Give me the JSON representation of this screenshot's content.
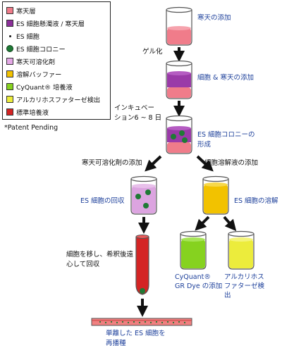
{
  "legend": {
    "items": [
      {
        "label": "寒天層",
        "color": "#f07c8a",
        "icon": "square-swatch"
      },
      {
        "label": "ES 細胞懸濁液 / 寒天層",
        "color": "#8c2f9a",
        "icon": "square-swatch"
      },
      {
        "label": "ES 細胞",
        "color": "#111111",
        "icon": "small-dot"
      },
      {
        "label": "ES 細胞コロニー",
        "color": "#1f7a35",
        "icon": "green-circle"
      },
      {
        "label": "寒天可溶化剤",
        "color": "#e4a8e6",
        "icon": "square-swatch"
      },
      {
        "label": "溶解バッファー",
        "color": "#f2c200",
        "icon": "square-swatch"
      },
      {
        "label": "CyQuant® 培養液",
        "color": "#86d21f",
        "icon": "square-swatch"
      },
      {
        "label": "アルカリホスファターゼ検出",
        "color": "#ecec3c",
        "icon": "square-swatch"
      },
      {
        "label": "標準培養液",
        "color": "#d42424",
        "icon": "square-swatch"
      }
    ]
  },
  "note": "*Patent Pending",
  "steps": {
    "agar_add": "寒天の添加",
    "gelation": "ゲル化",
    "cells_agar": "細胞 & 寒天の添加",
    "incubation_line1": "インキュベー",
    "incubation_line2": "ション6 ~ 8 日",
    "colony_line1": "ES 細胞コロニーの",
    "colony_line2": "形成",
    "solubilizer_add": "寒天可溶化剤の添加",
    "lysis_add": "細胞溶解液の添加",
    "recover": "ES 細胞の回収",
    "lysis": "ES 細胞の溶解",
    "transfer_line1": "細胞を移し、希釈後遠",
    "transfer_line2": "心して回収",
    "cyquant_line1": "CyQuant®",
    "cyquant_line2": "GR Dye の添加",
    "alp_line1": "アルカリホス",
    "alp_line2": "ファターゼ検",
    "alp_line3": "出",
    "replate_line1": "単離した ES 細胞を",
    "replate_line2": "再播種"
  }
}
